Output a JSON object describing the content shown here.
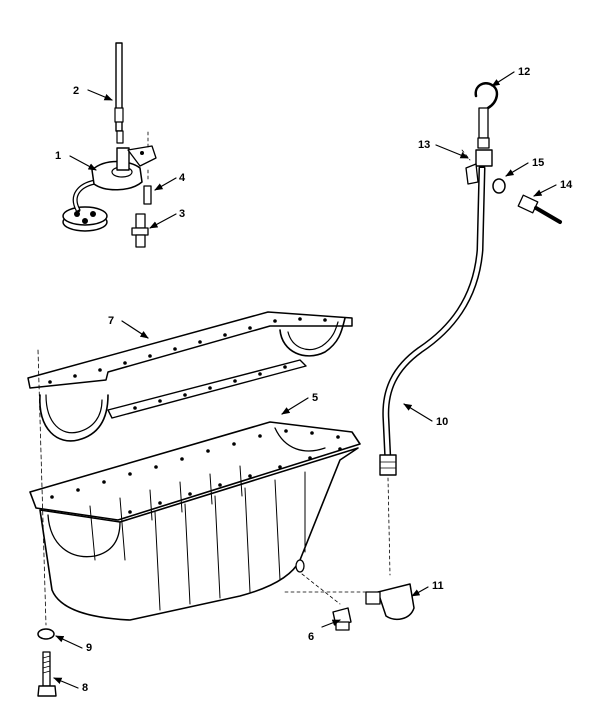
{
  "diagram": {
    "type": "exploded-parts-view",
    "colors": {
      "ink": "#000000",
      "paper": "#ffffff"
    },
    "callouts": [
      "1",
      "2",
      "3",
      "4",
      "5",
      "6",
      "7",
      "8",
      "9",
      "10",
      "11",
      "12",
      "13",
      "14",
      "15"
    ]
  }
}
